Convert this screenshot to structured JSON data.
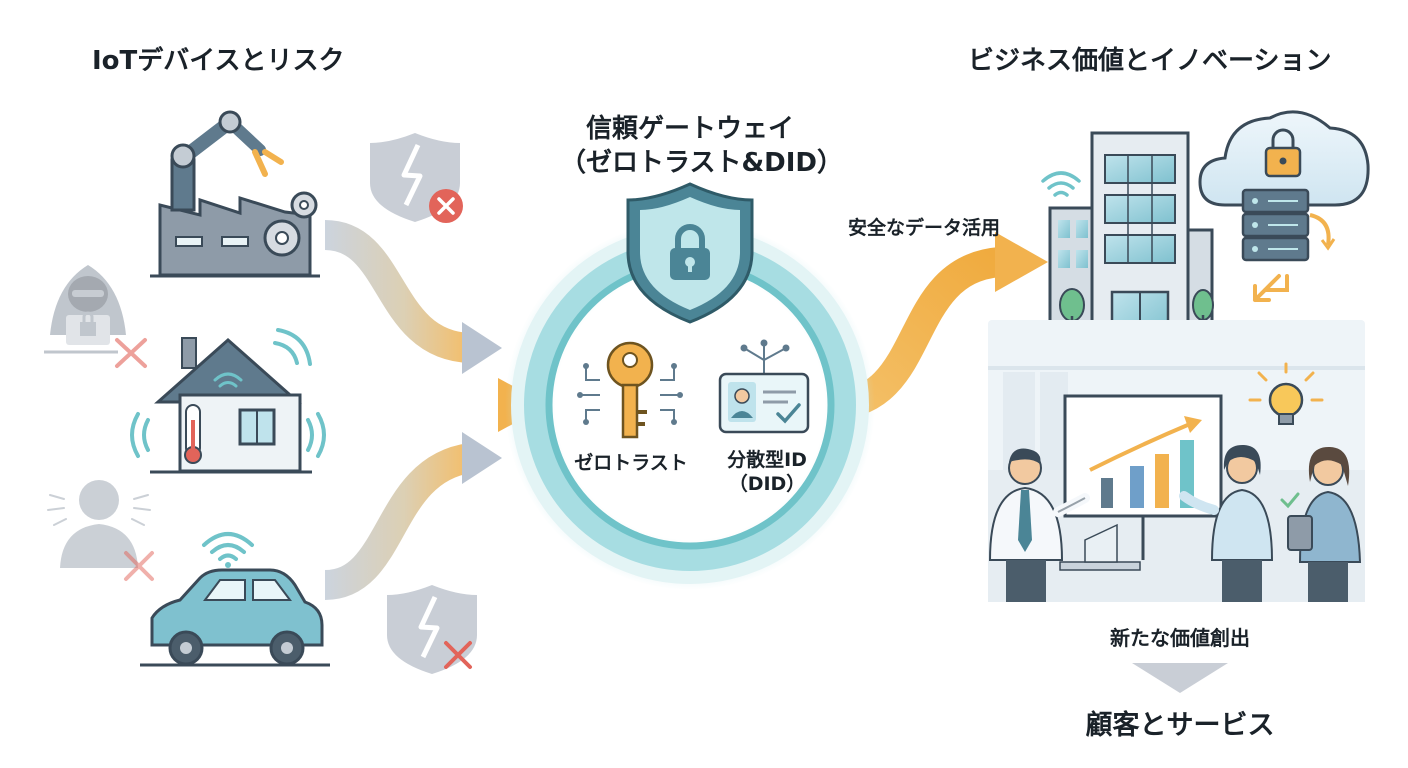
{
  "left_section": {
    "title": "IoTデバイスとリスク"
  },
  "gateway": {
    "title_line1": "信頼ゲートウェイ",
    "title_line2": "（ゼロトラスト&DID）",
    "zero_trust_label": "ゼロトラスト",
    "did_label_line1": "分散型ID",
    "did_label_line2": "（DID）"
  },
  "right_section": {
    "title": "ビジネス価値とイノベーション",
    "safe_data_label": "安全なデータ活用",
    "value_creation_label": "新たな価値創出",
    "customer_label": "顧客とサービス"
  },
  "colors": {
    "gold": "#f2b24e",
    "teal": "#6fc3c9",
    "slate": "#5f7a8d",
    "gray_flow": "#b9c3d1",
    "danger": "#e2645a",
    "dark_text": "#1a2229"
  },
  "icons": {
    "factory": "factory-robot-arm-icon",
    "house": "smart-home-icon",
    "car": "connected-car-icon",
    "hacker": "hacker-icon",
    "broken_shield": "broken-shield-icon",
    "lock_shield": "lock-shield-icon",
    "key": "circuit-key-icon",
    "id_card": "id-card-icon",
    "building": "office-building-icon",
    "cloud": "cloud-lock-icon",
    "server": "server-icon",
    "bulb": "lightbulb-icon"
  }
}
